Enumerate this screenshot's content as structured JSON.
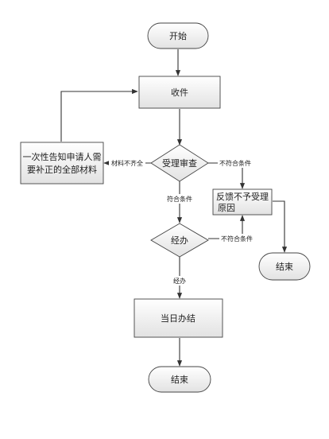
{
  "nodes": {
    "start": "开始",
    "receive": "收件",
    "notify_line1": "一次性告知申请人需",
    "notify_line2": "要补正的全部材料",
    "review": "受理审查",
    "feedback_line1": "反馈不予受理",
    "feedback_line2": "原因",
    "end_right": "结束",
    "handle": "经办",
    "same_day": "当日办结",
    "end_bottom": "结束"
  },
  "edges": {
    "incomplete": "材料不齐全",
    "not_met_review": "不符合条件",
    "met_review": "符合条件",
    "not_met_handle": "不符合条件",
    "handled": "经办"
  },
  "colors": {
    "fill_light": "#ffffff",
    "fill_dark": "#e4e4e4",
    "stroke": "#444444",
    "edge": "#333333",
    "text": "#222222"
  }
}
